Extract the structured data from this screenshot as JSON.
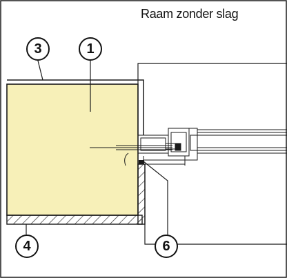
{
  "title": "Raam zonder slag",
  "callouts": {
    "c1": "1",
    "c3": "3",
    "c4": "4",
    "c6": "6"
  },
  "colors": {
    "insulation_fill": "#f7f0b8",
    "line": "#1a1a1a",
    "background": "#ffffff",
    "hatch": "#333333"
  }
}
